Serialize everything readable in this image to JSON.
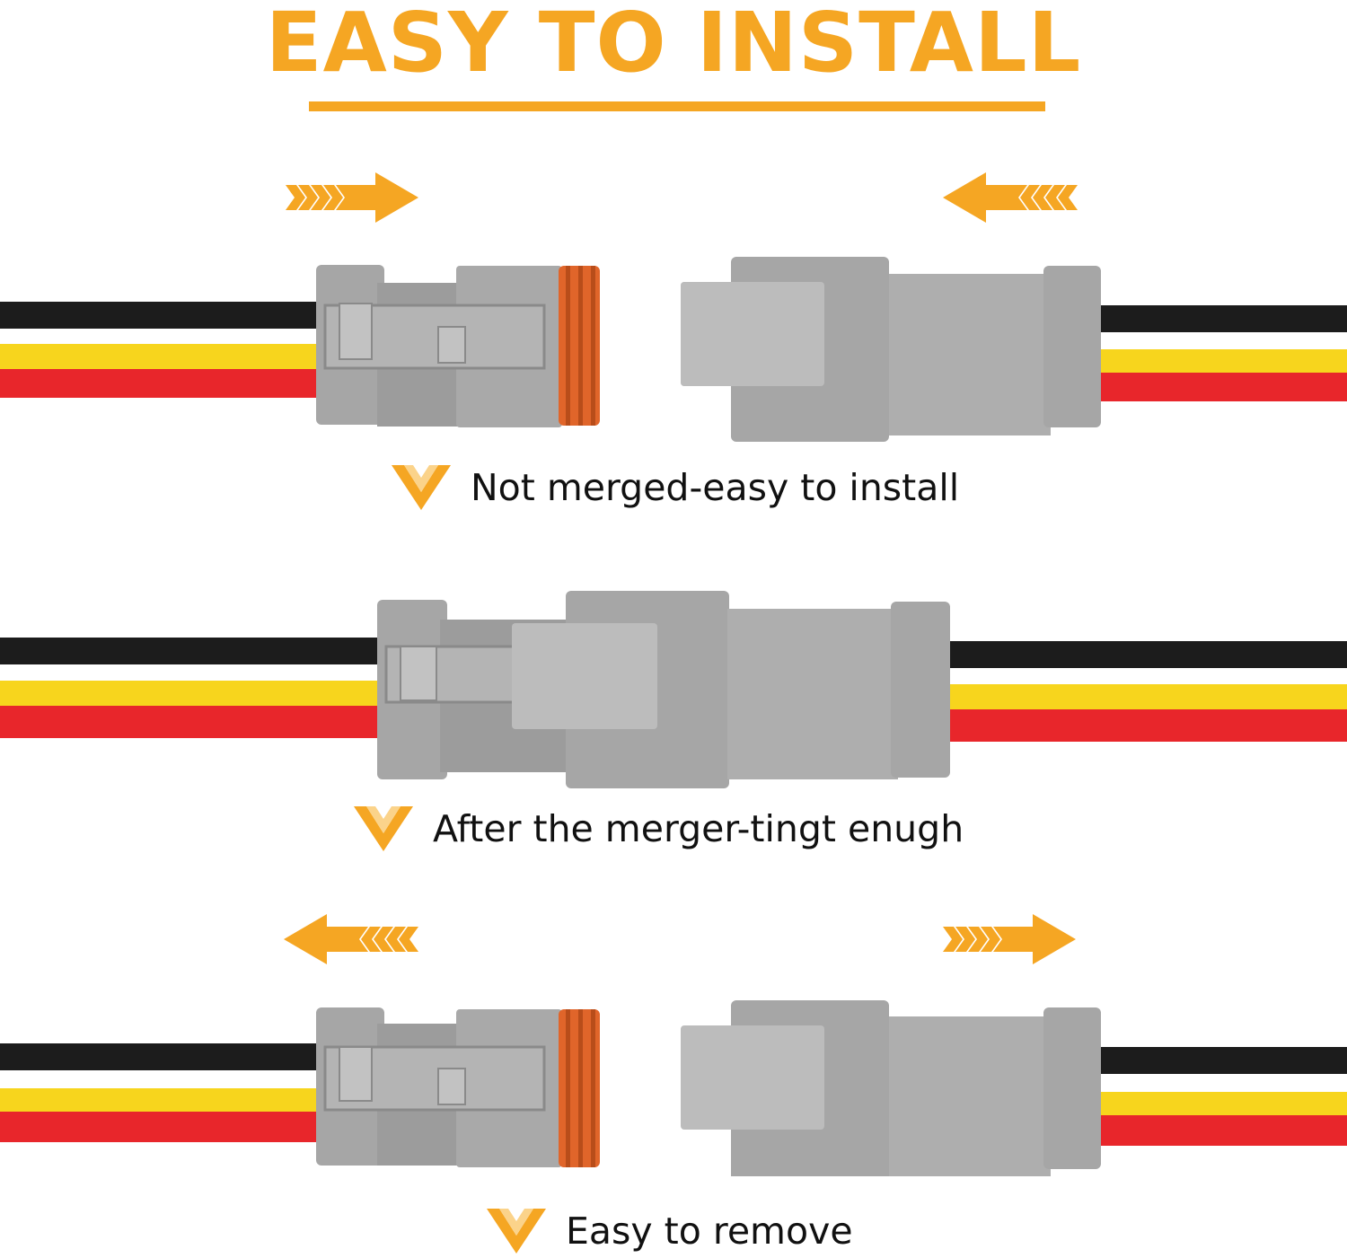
{
  "title": "EASY TO INSTALL",
  "colors": {
    "accent": "#f5a623",
    "connector_gray": "#a9a9a9",
    "seal_orange": "#e0652a",
    "wire_black": "#1c1c1c",
    "wire_yellow": "#f7d51d",
    "wire_red": "#e8262b"
  },
  "captions": {
    "step1": "Not merged-easy to install",
    "step2": "After the merger-tingt enugh",
    "step3": "Easy to remove"
  },
  "icons": {
    "push_arrow": "double-chevron-arrow",
    "caption_marker": "orange-v-chevron-icon"
  }
}
